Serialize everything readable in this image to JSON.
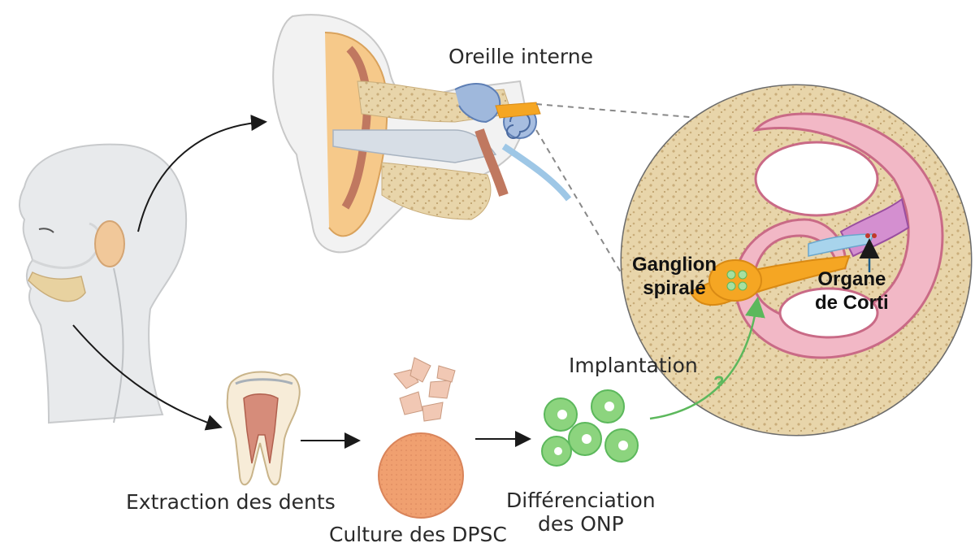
{
  "labels": {
    "inner_ear": "Oreille interne",
    "ganglion": "Ganglion\nspiralé",
    "organ_corti": "Organe\nde Corti",
    "implantation": "Implantation",
    "question_mark": "?",
    "tooth_extraction": "Extraction des dents",
    "culture": "Culture des DPSC",
    "differentiation": "Différenciation\ndes ONP"
  },
  "colors": {
    "bone": "#e8d5aa",
    "ganglion_orange": "#f5a623",
    "cell_green": "#7ccf74",
    "culture_orange": "#f0a070",
    "cochlea_pink": "#d98a9a",
    "arrow_green": "#5cb85c"
  }
}
